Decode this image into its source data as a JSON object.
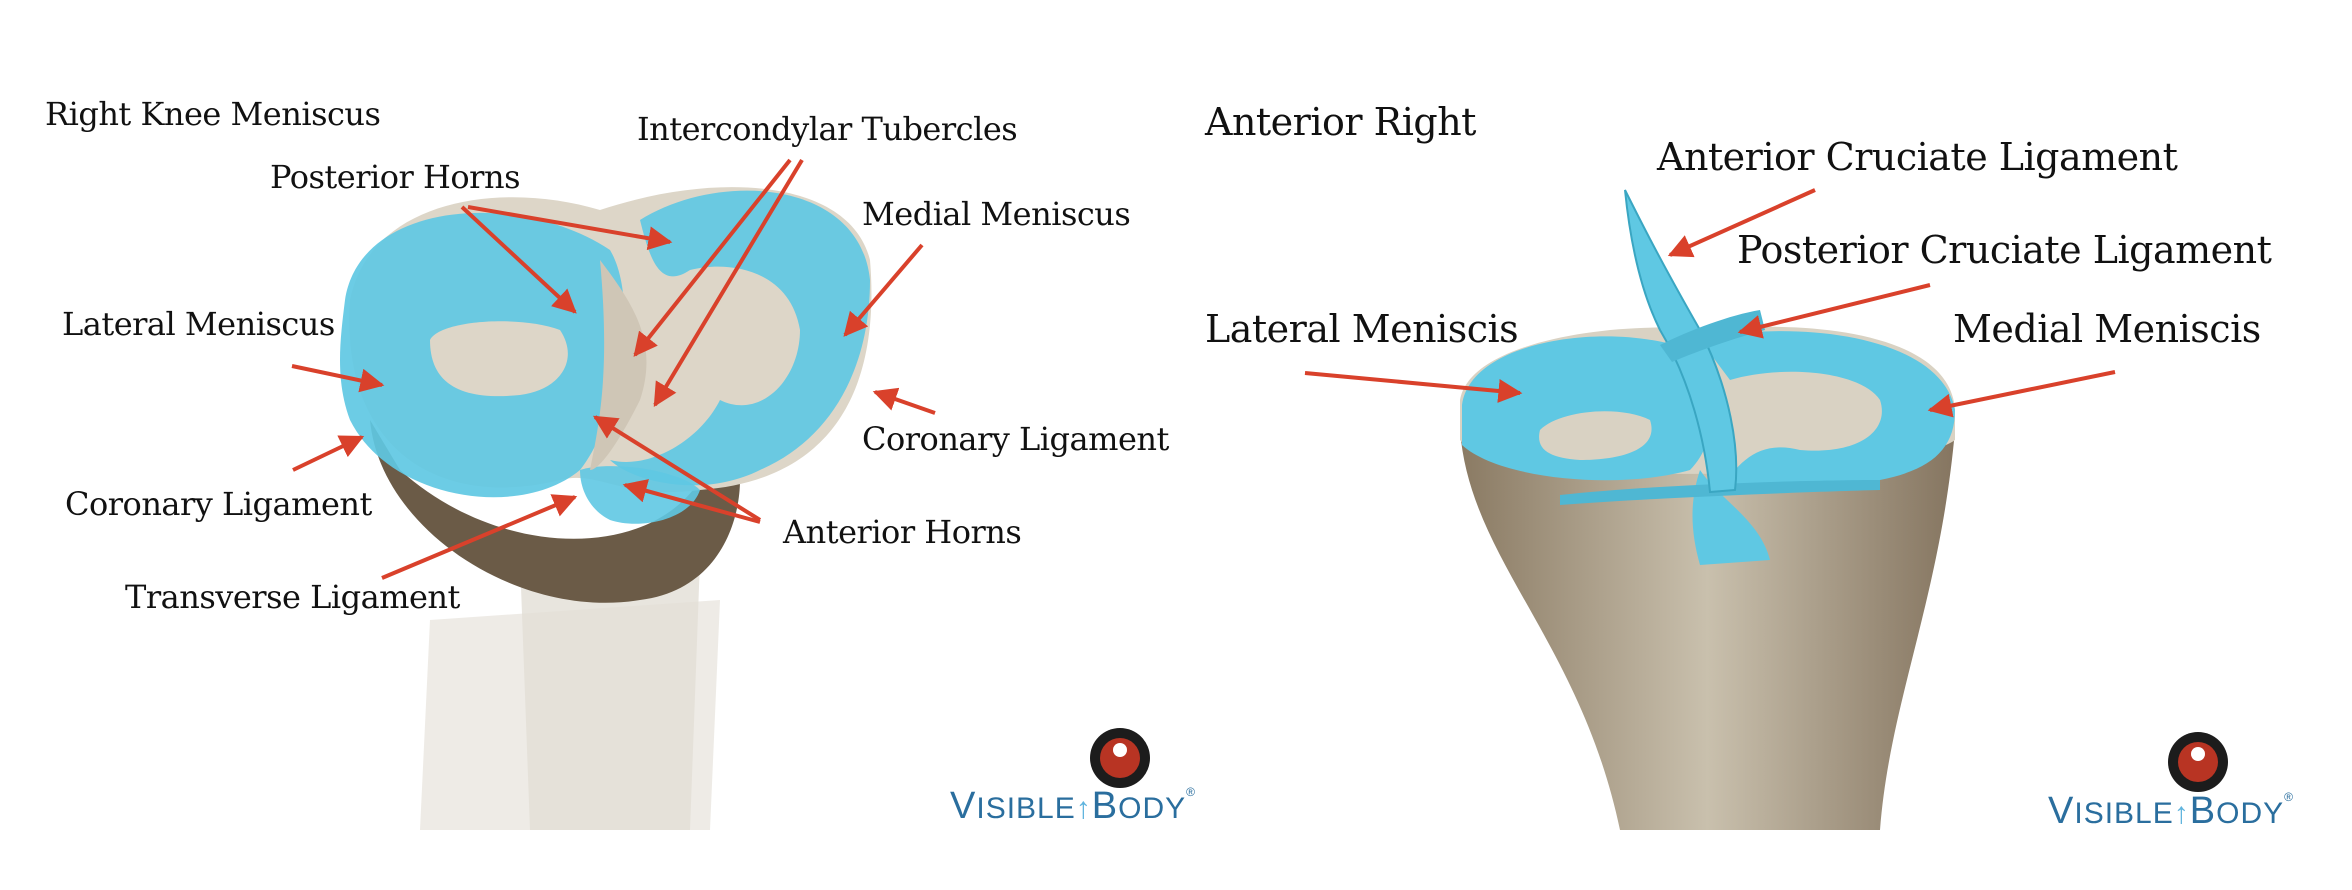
{
  "colors": {
    "meniscus": "#5fc8e3",
    "bone": "#e6e0d4",
    "bone_dark": "#7d6e59",
    "arrow": "#d9412b",
    "logo_blue": "#2a6e9e"
  },
  "left_panel": {
    "title": "Right Knee Meniscus",
    "labels": {
      "posterior_horns": "Posterior Horns",
      "intercondylar_tubercles": "Intercondylar Tubercles",
      "medial_meniscus": "Medial Meniscus",
      "lateral_meniscus": "Lateral Meniscus",
      "coronary_ligament_right": "Coronary Ligament",
      "coronary_ligament_left": "Coronary Ligament",
      "anterior_horns": "Anterior Horns",
      "transverse_ligament": "Transverse Ligament"
    },
    "logo": {
      "word1_initial": "V",
      "word1_rest": "ISIBLE",
      "word2_initial": "B",
      "word2_rest": "ODY",
      "mark": "®"
    }
  },
  "right_panel": {
    "title": "Anterior Right",
    "labels": {
      "anterior_cruciate": "Anterior Cruciate Ligament",
      "posterior_cruciate": "Posterior Cruciate Ligament",
      "lateral_meniscis": "Lateral Meniscis",
      "medial_meniscis": "Medial Meniscis"
    },
    "logo": {
      "word1_initial": "V",
      "word1_rest": "ISIBLE",
      "word2_initial": "B",
      "word2_rest": "ODY",
      "mark": "®"
    }
  }
}
